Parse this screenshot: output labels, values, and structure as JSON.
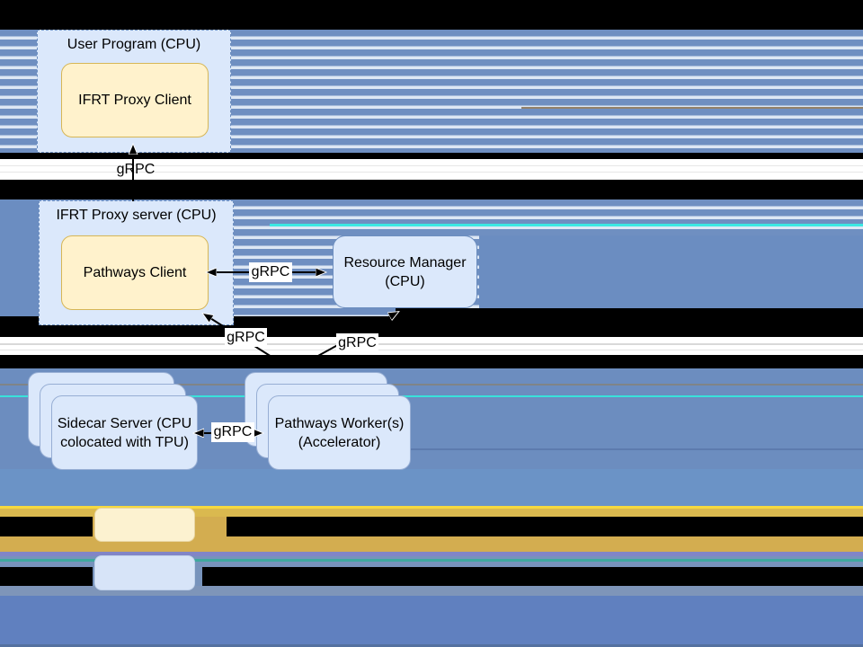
{
  "diagram": {
    "user_program": {
      "title": "User Program (CPU)",
      "inner": "IFRT Proxy Client"
    },
    "ifrt_proxy_server": {
      "title": "IFRT Proxy server (CPU)",
      "inner": "Pathways Client"
    },
    "resource_manager": {
      "line1": "Resource Manager",
      "line2": "(CPU)"
    },
    "sidecar_server": {
      "line1": "Sidecar Server (CPU",
      "line2": "colocated with TPU)"
    },
    "pathways_workers": {
      "line1": "Pathways Worker(s)",
      "line2": "(Accelerator)"
    }
  },
  "connections": {
    "proxy_client_to_proxy_server": {
      "label": "gRPC"
    },
    "pathways_client_to_resource_manager": {
      "label": "gRPC"
    },
    "workers_to_pathways_client": {
      "label": "gRPC"
    },
    "workers_to_resource_manager": {
      "label": "gRPC"
    },
    "sidecar_to_workers": {
      "label": "gRPC"
    }
  },
  "legend": {
    "items": [
      {
        "swatch_color": "#fcf2d0",
        "label_visible": false
      },
      {
        "swatch_color": "#d7e4f8",
        "label_visible": false
      }
    ]
  },
  "colors": {
    "stripe_blue": "#6f8fc1",
    "stripe_light": "#dde7f4",
    "solid_blue": "#6b8dc1",
    "bottom_blue": "#6080bf",
    "gold_band": "#d3ad50",
    "glitch_cyan": "#38e2da",
    "node_blue_fill": "#dbe8fb",
    "node_blue_border": "#6c8ebf",
    "node_yellow_fill": "#fff2cc",
    "node_yellow_border": "#d6b656",
    "redaction": "#000000",
    "band_white": "#ffffff"
  }
}
